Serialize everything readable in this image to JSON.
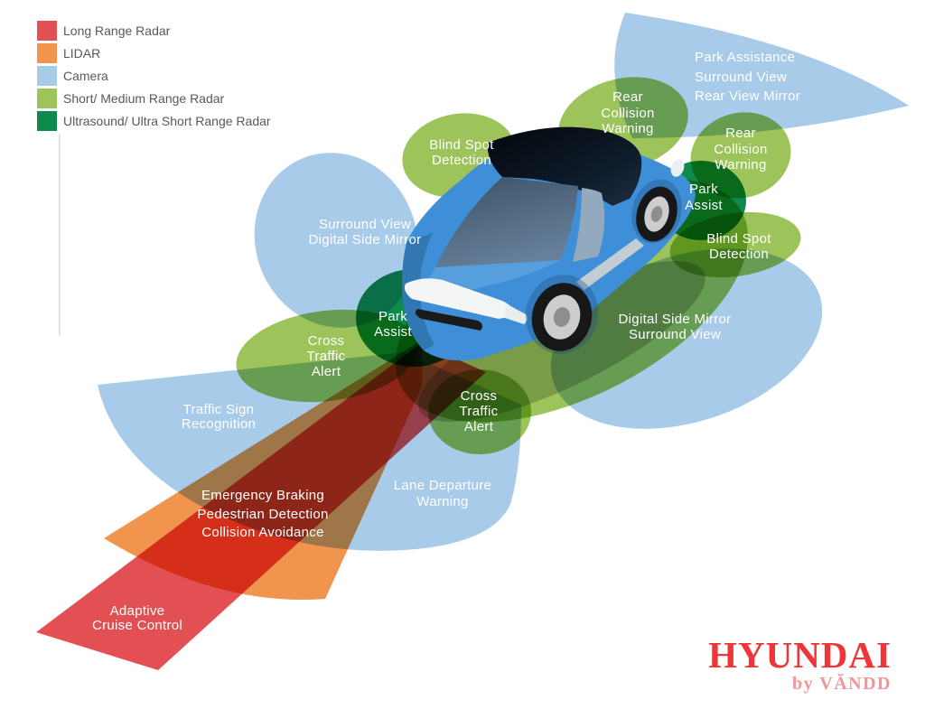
{
  "legend": {
    "items": [
      {
        "label": "Long Range Radar",
        "color": "#E35054"
      },
      {
        "label": "LIDAR",
        "color": "#F0944E"
      },
      {
        "label": "Camera",
        "color": "#A9CBEA"
      },
      {
        "label": "Short/ Medium Range Radar",
        "color": "#9DC45B"
      },
      {
        "label": "Ultrasound/ Ultra Short Range Radar",
        "color": "#0E8A4D"
      }
    ]
  },
  "zones": {
    "park_assistance": {
      "sensor": "Camera",
      "lines": [
        "Park Assistance",
        "Surround View",
        "Rear View Mirror"
      ]
    },
    "rear_collision_warning_left": {
      "sensor": "Short/ Medium Range Radar",
      "lines": [
        "Rear",
        "Collision",
        "Warning"
      ]
    },
    "rear_collision_warning_right": {
      "sensor": "Short/ Medium Range Radar",
      "lines": [
        "Rear",
        "Collision",
        "Warning"
      ]
    },
    "park_assist_rear": {
      "sensor": "Ultrasound/ Ultra Short Range Radar",
      "lines": [
        "Park",
        "Assist"
      ]
    },
    "blind_spot_detection_left": {
      "sensor": "Short/ Medium Range Radar",
      "lines": [
        "Blind Spot",
        "Detection"
      ]
    },
    "surround_view_left": {
      "sensor": "Camera",
      "lines": [
        "Surround View",
        "Digital Side Mirror"
      ]
    },
    "blind_spot_detection_right": {
      "sensor": "Short/ Medium Range Radar",
      "lines": [
        "Blind Spot",
        "Detection"
      ]
    },
    "digital_side_mirror_right": {
      "sensor": "Camera",
      "lines": [
        "Digital Side Mirror",
        "Surround View"
      ]
    },
    "park_assist_front": {
      "sensor": "Ultrasound/ Ultra Short Range Radar",
      "lines": [
        "Park",
        "Assist"
      ]
    },
    "cross_traffic_alert_left": {
      "sensor": "Short/ Medium Range Radar",
      "lines": [
        "Cross",
        "Traffic",
        "Alert"
      ]
    },
    "cross_traffic_alert_right": {
      "sensor": "Short/ Medium Range Radar",
      "lines": [
        "Cross",
        "Traffic",
        "Alert"
      ]
    },
    "traffic_sign_recognition": {
      "sensor": "Camera",
      "lines": [
        "Traffic Sign",
        "Recognition"
      ]
    },
    "long_range_front": {
      "sensor": "Long Range Radar",
      "lines": [
        "Emergency Braking",
        "Pedestrian Detection",
        "Collision Avoidance"
      ]
    },
    "lane_departure_warning": {
      "sensor": "Camera",
      "lines": [
        "Lane Departure",
        "Warning"
      ]
    },
    "adaptive_cruise_control": {
      "sensor": "Long Range Radar",
      "lines": [
        "Adaptive",
        "Cruise Control"
      ]
    }
  },
  "logo": {
    "brand": "HYUNDAI",
    "byline": "by VĂNDD"
  },
  "colors": {
    "camera": "#A9CBEA",
    "short_medium_radar": "#9CC45A",
    "ultrasound": "#0E8A4D",
    "lidar": "#F0944E",
    "long_range_radar": "#E35054",
    "car_body": "#3F8FD8",
    "label_text": "#FFFFFF",
    "legend_text": "#57585A",
    "logo_red": "#EE3537",
    "logo_byline": "#F59396"
  }
}
